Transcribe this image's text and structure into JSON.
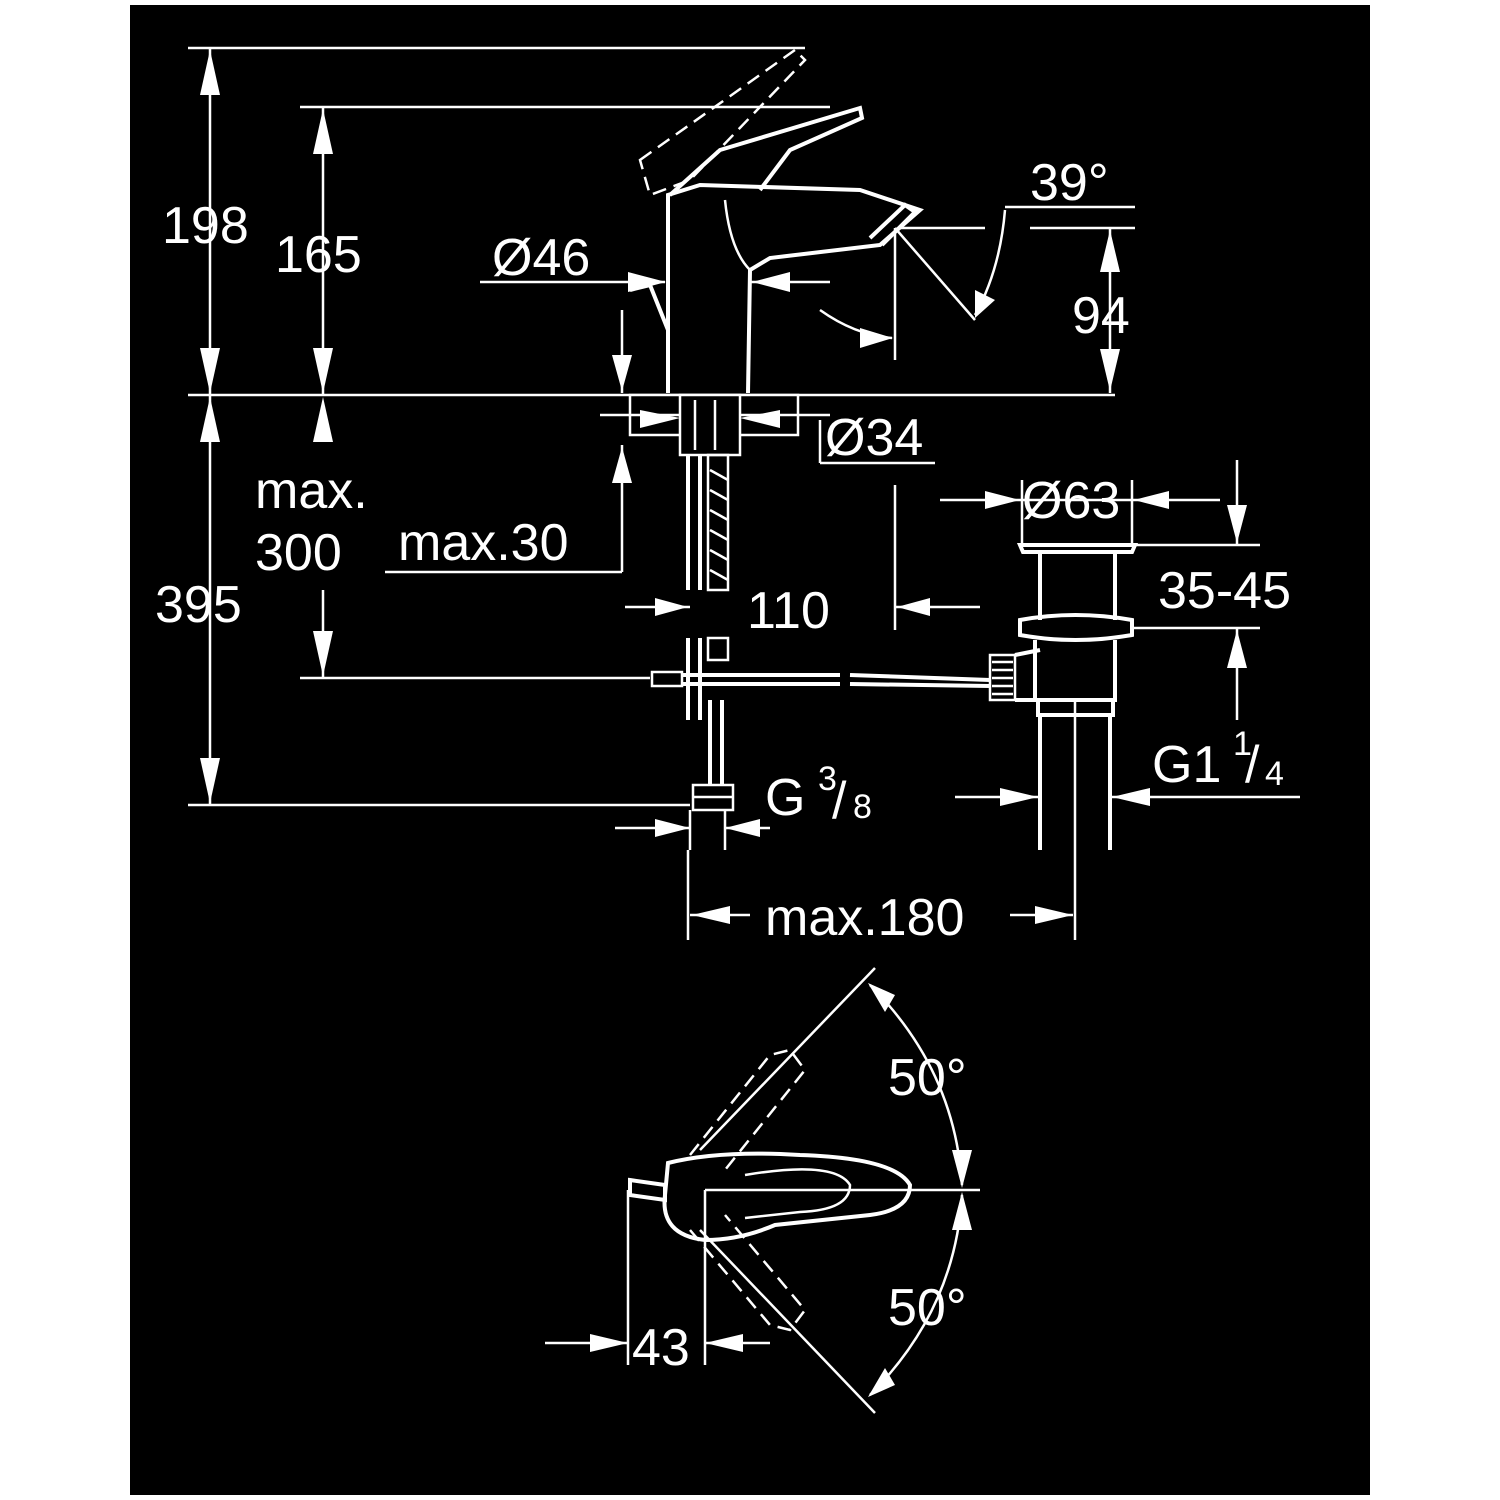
{
  "colors": {
    "background": "#000000",
    "frame": "#ffffff",
    "lines": "#ffffff"
  },
  "dimensions": {
    "h198": "198",
    "h165": "165",
    "d46": "Ø46",
    "a39": "39°",
    "h94": "94",
    "d34": "Ø34",
    "max_label": "max.",
    "h300": "300",
    "max30": "max.30",
    "h395": "395",
    "w110": "110",
    "d63": "Ø63",
    "r3545": "35-45",
    "g_main": "G",
    "g_num": "3",
    "g_den": "8",
    "g1_main": "G1",
    "g1_num": "1",
    "g1_den": "4",
    "max180": "max.180",
    "a50_top": "50°",
    "a50_bottom": "50°",
    "w43": "43"
  }
}
